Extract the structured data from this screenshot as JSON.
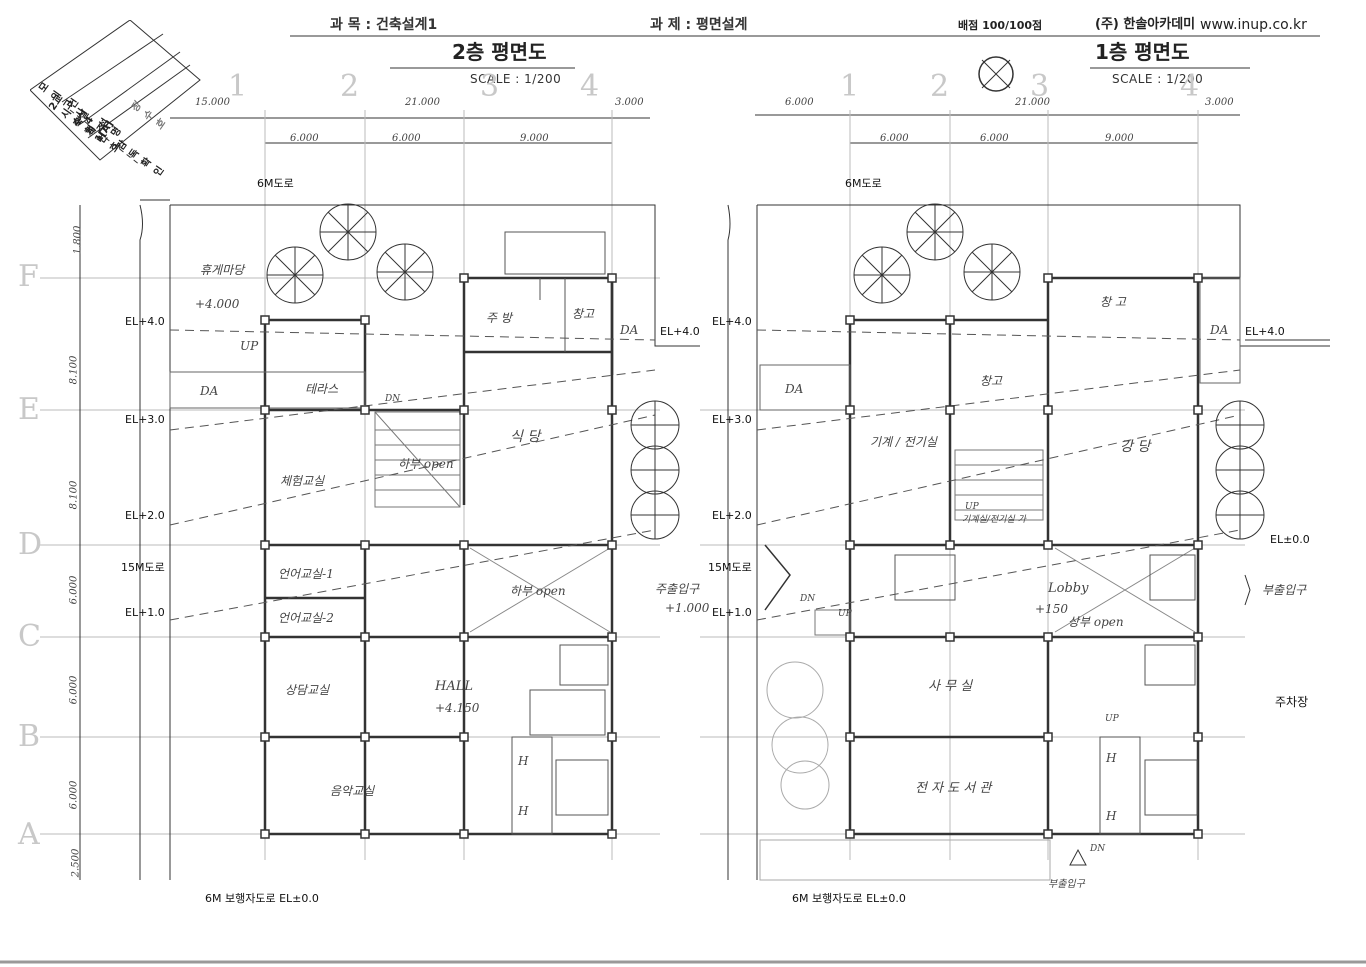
{
  "header": {
    "subject": "과 목 : 건축설계1",
    "task": "과 제 : 평면설계",
    "score": "배점 100/100점",
    "company": "(주) 한솔아카데미",
    "website": "www.inup.co.kr"
  },
  "stamp": {
    "exam": "모의고사 4 주",
    "session": "2교시 건축설계1[A]",
    "exam_no_label": "수험번호",
    "name_label": "성 명",
    "name_value": "정 수 호",
    "supervisor_label": "감독확인"
  },
  "plan2": {
    "title": "2층 평면도",
    "scale": "SCALE : 1/200",
    "dims_top": [
      "15.000",
      "21.000",
      "3.000"
    ],
    "dims_sub": [
      "6.000",
      "6.000",
      "9.000"
    ],
    "dims_left": [
      "1.800",
      "8.100",
      "8.100",
      "6.000",
      "6.000",
      "6.000",
      "2.500"
    ],
    "grid_cols": [
      "1",
      "2",
      "3",
      "4"
    ],
    "grid_rows": [
      "F",
      "E",
      "D",
      "C",
      "B",
      "A"
    ],
    "road_top": "6M도로",
    "road_left": "15M도로",
    "road_bottom": "6M 보행자도로 EL±0.0",
    "levels": [
      "EL+4.0",
      "EL+3.0",
      "EL+2.0",
      "EL+1.0"
    ],
    "level_right": "EL+4.0",
    "rooms": {
      "rest": "휴게마당",
      "rest_level": "+4.000",
      "up": "UP",
      "da": "DA",
      "terrace": "테라스",
      "dn": "DN",
      "kitchen": "주 방",
      "storage": "창고",
      "da_right": "DA",
      "dining": "식 당",
      "void1": "하부 open",
      "activity": "체험교실",
      "lang1": "언어교실-1",
      "lang2": "언어교실-2",
      "void2": "하부 open",
      "entrance": "주출입구",
      "entrance_level": "+1.000",
      "counsel": "상담교실",
      "hall": "HALL",
      "hall_level": "+4.150",
      "h1": "H",
      "h2": "H",
      "music": "음악교실"
    }
  },
  "plan1": {
    "title": "1층 평면도",
    "scale": "SCALE : 1/200",
    "dims_top": [
      "6.000",
      "21.000",
      "3.000"
    ],
    "dims_sub": [
      "6.000",
      "6.000",
      "9.000"
    ],
    "grid_cols": [
      "1",
      "2",
      "3",
      "4"
    ],
    "road_top": "6M도로",
    "road_left": "15M도로",
    "road_bottom": "6M 보행자도로 EL±0.0",
    "levels": [
      "EL+4.0",
      "EL+3.0",
      "EL+2.0",
      "EL+1.0"
    ],
    "level_right": "EL+4.0",
    "level_right2": "EL±0.0",
    "parking": "주차장",
    "rooms": {
      "storage_top": "창 고",
      "da_right": "DA",
      "da_left": "DA",
      "storage": "창고",
      "machine": "기계 / 전기실",
      "auditorium": "강 당",
      "up": "UP",
      "note": "기계실/전기실 가",
      "lobby": "Lobby",
      "lobby_level": "+150",
      "void": "상부 open",
      "dn": "DN",
      "up2": "UP",
      "sub_entrance": "부출입구",
      "office": "사 무 실",
      "up3": "UP",
      "h1": "H",
      "h2": "H",
      "library": "전 자 도 서 관",
      "dn2": "DN",
      "sub_entrance2": "부출입구"
    }
  }
}
